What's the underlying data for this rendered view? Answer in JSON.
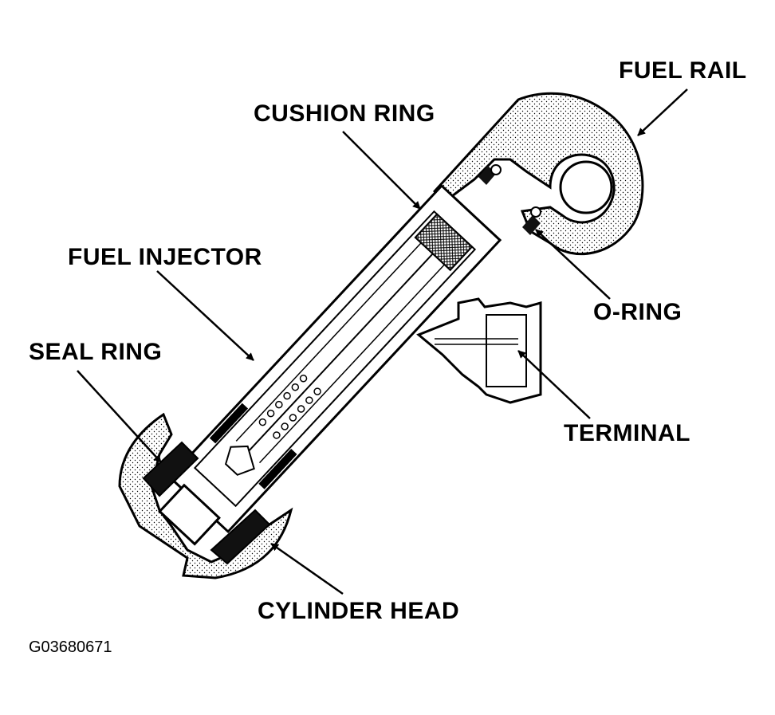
{
  "labels": {
    "fuel_rail": "FUEL RAIL",
    "cushion_ring": "CUSHION RING",
    "fuel_injector": "FUEL INJECTOR",
    "seal_ring": "SEAL RING",
    "o_ring": "O-RING",
    "terminal": "TERMINAL",
    "cylinder_head": "CYLINDER HEAD"
  },
  "figure_code": "G03680671"
}
